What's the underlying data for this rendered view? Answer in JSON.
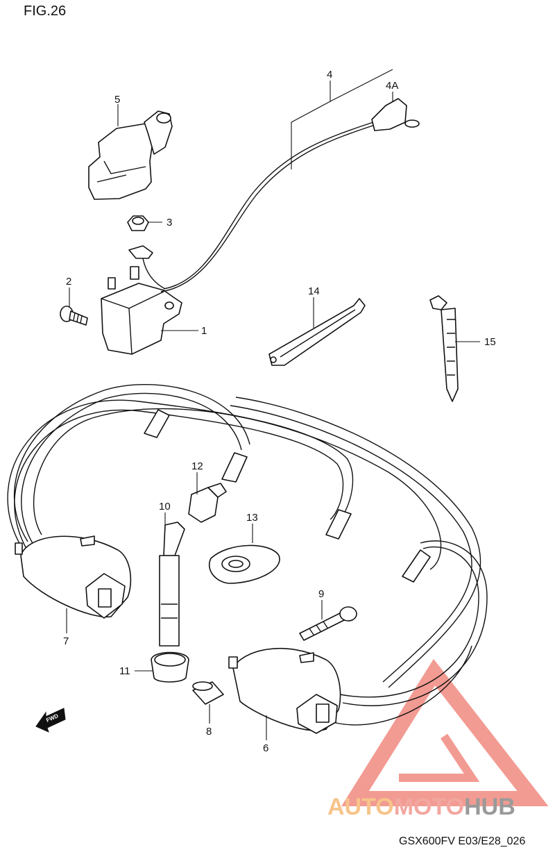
{
  "figure_title": "FIG.26",
  "footer_code": "GSX600FV E03/E28_026",
  "fwd_label": "FWD",
  "callouts": {
    "c1": "1",
    "c2": "2",
    "c3": "3",
    "c4": "4",
    "c4a": "4A",
    "c5": "5",
    "c6": "6",
    "c7": "7",
    "c8": "8",
    "c9": "9",
    "c10": "10",
    "c11": "11",
    "c12": "12",
    "c13": "13",
    "c14": "14",
    "c15": "15"
  },
  "watermark": {
    "part1": "AUTO",
    "part2": "MOTO",
    "part3": "HUB",
    "colors": {
      "red": "#f08a80",
      "orange": "#f7c48a",
      "gray": "#9a9a9a"
    }
  }
}
